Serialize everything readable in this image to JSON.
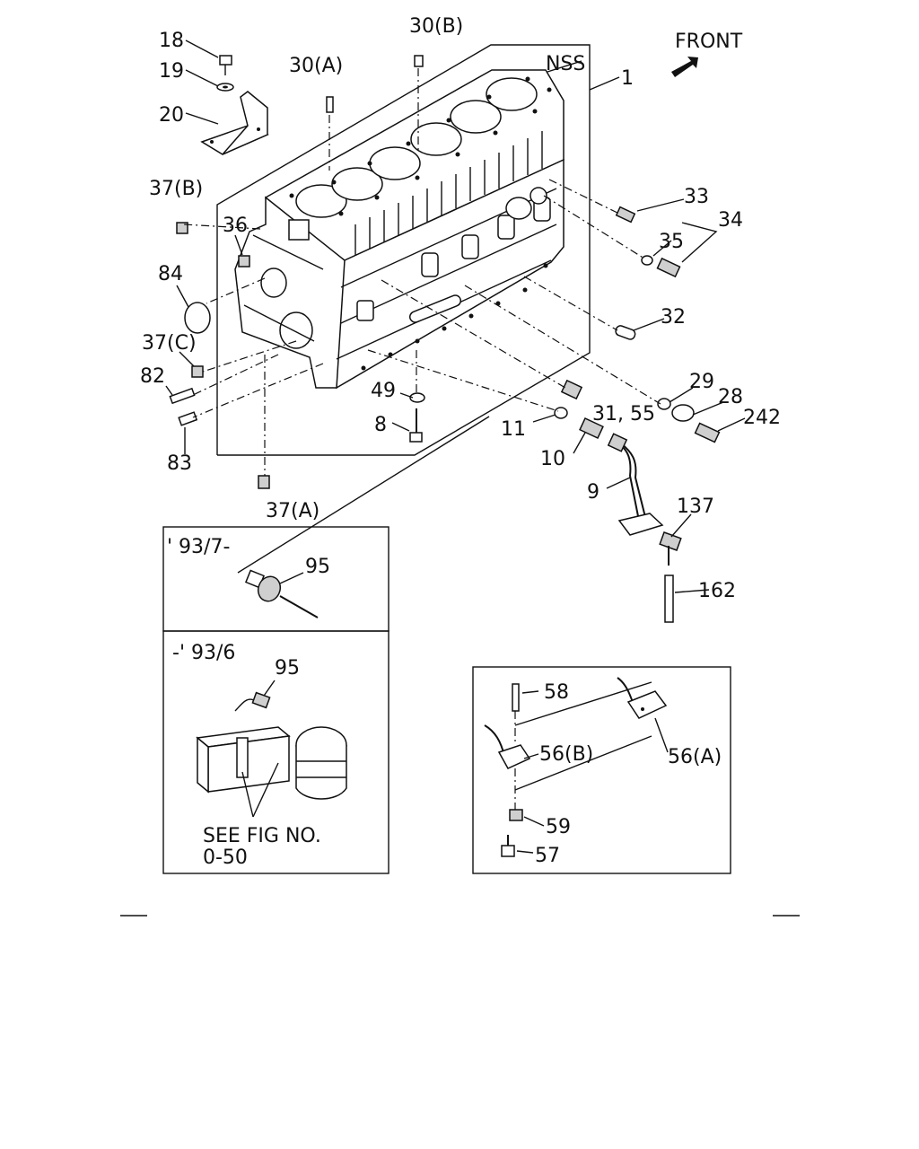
{
  "front_label": "FRONT",
  "callouts": {
    "c18": "18",
    "c19": "19",
    "c20": "20",
    "c30a": "30(A)",
    "c30b": "30(B)",
    "cnss": "NSS",
    "c1": "1",
    "c37b": "37(B)",
    "c36": "36",
    "c84": "84",
    "c37c": "37(C)",
    "c82": "82",
    "c83": "83",
    "c37a": "37(A)",
    "c33": "33",
    "c34": "34",
    "c35": "35",
    "c32": "32",
    "c49": "49",
    "c8": "8",
    "c29": "29",
    "c28": "28",
    "c242": "242",
    "c11": "11",
    "c3155": "31, 55",
    "c10": "10",
    "c9": "9",
    "c137": "137",
    "c162": "162"
  },
  "inset_new": {
    "period": "' 93/7-",
    "part": "95"
  },
  "inset_old": {
    "period": "-' 93/6",
    "part": "95",
    "note_line1": "SEE FIG NO.",
    "note_line2": "0-50"
  },
  "inset_bracket": {
    "c58": "58",
    "c56b": "56(B)",
    "c56a": "56(A)",
    "c59": "59",
    "c57": "57"
  }
}
